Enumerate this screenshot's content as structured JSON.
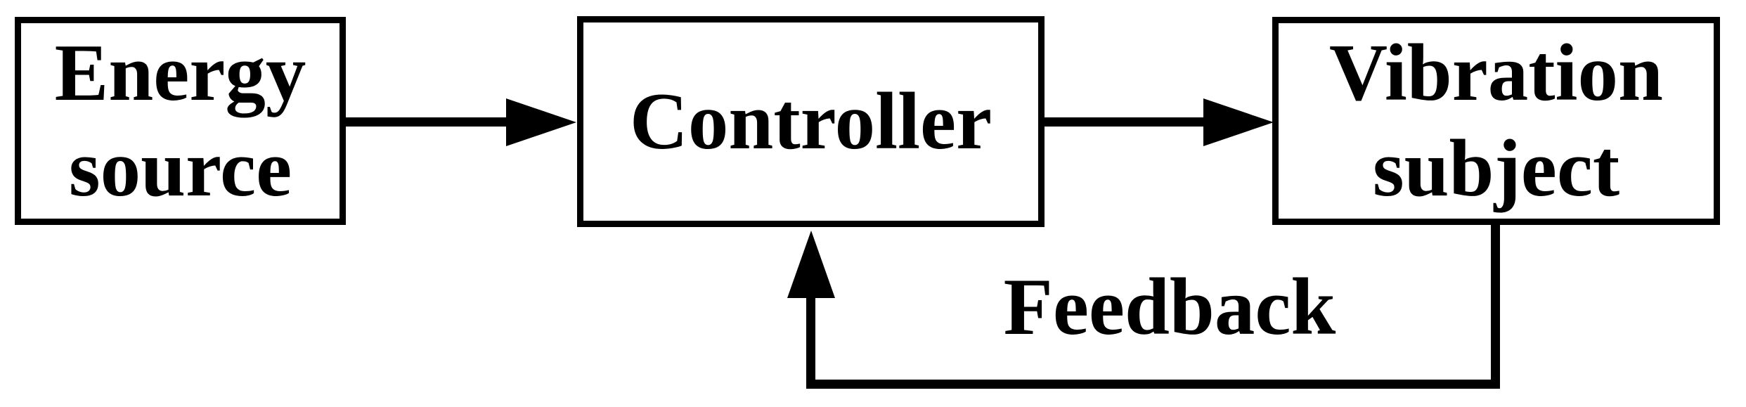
{
  "diagram": {
    "type": "block-diagram",
    "background_color": "#ffffff",
    "stroke_color": "#000000",
    "nodes": [
      {
        "id": "energy-source",
        "lines": [
          "Energy",
          "source"
        ]
      },
      {
        "id": "controller",
        "lines": [
          "Controller"
        ]
      },
      {
        "id": "vibration-subject",
        "lines": [
          "Vibration",
          "subject"
        ]
      }
    ],
    "edges": [
      {
        "from": "energy-source",
        "to": "controller",
        "label": ""
      },
      {
        "from": "controller",
        "to": "vibration-subject",
        "label": ""
      },
      {
        "from": "vibration-subject",
        "to": "controller",
        "label": "Feedback"
      }
    ]
  }
}
